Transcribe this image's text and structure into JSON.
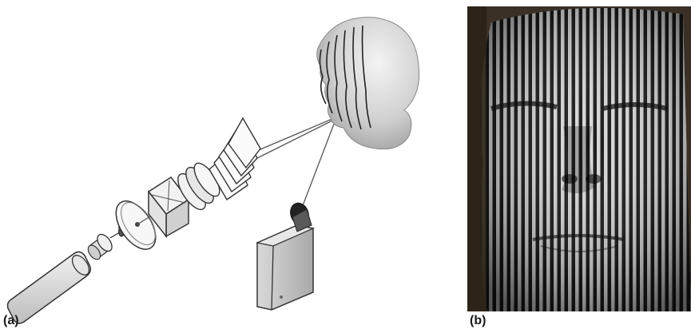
{
  "captions": {
    "a": "(a)",
    "b": "(b)"
  },
  "panel_a": {
    "components": [
      "laser-icon",
      "lens-icon",
      "spatial-filter-icon",
      "disc-aperture-icon",
      "beam-splitter-cube-icon",
      "stripe-projector-icon",
      "camera-icon",
      "head-model-icon"
    ]
  },
  "panel_b": {
    "subject": "face-photo-with-projected-stripes"
  }
}
